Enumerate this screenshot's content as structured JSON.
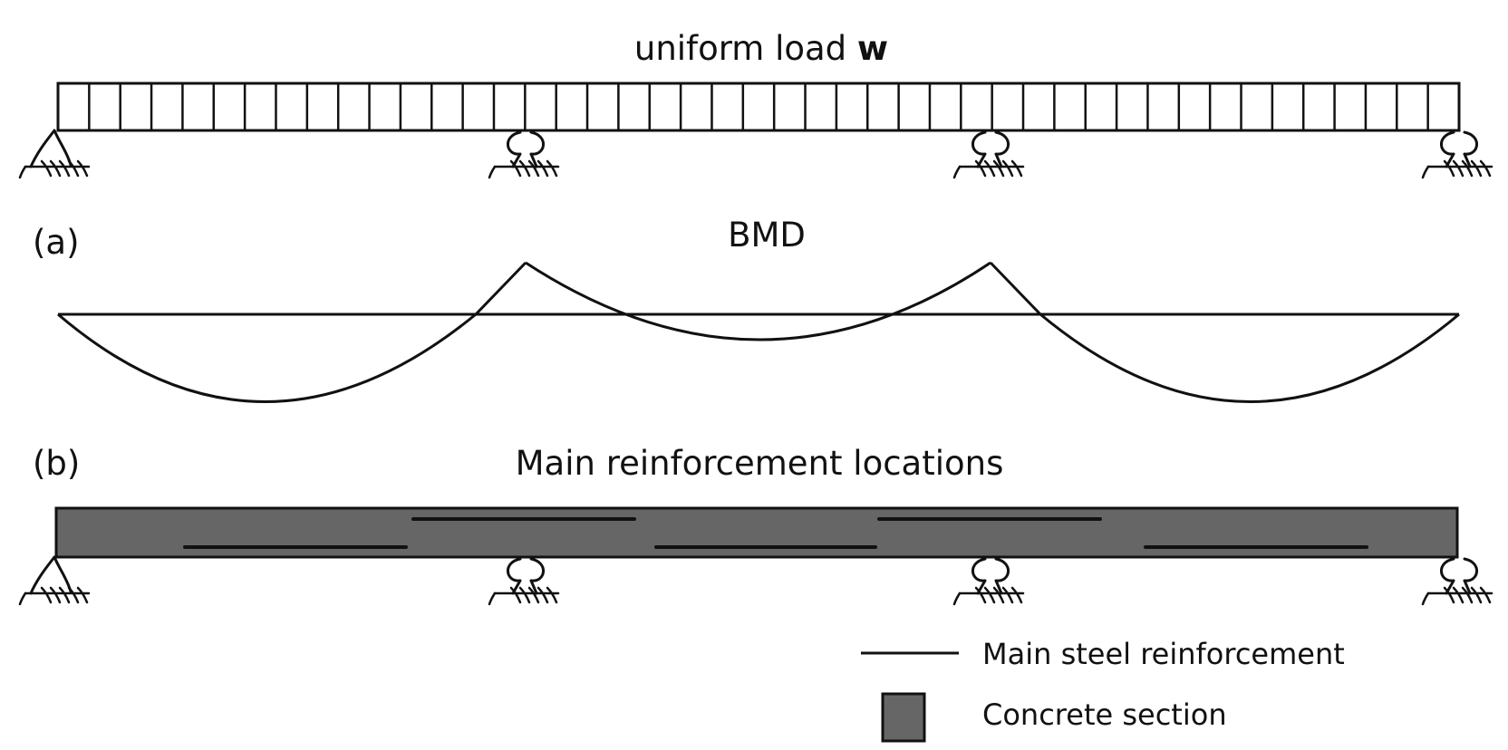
{
  "diagram": {
    "load": {
      "title_prefix": "uniform load ",
      "title_symbol": "w"
    },
    "bmd": {
      "tag": "(a)",
      "title": "BMD"
    },
    "reinforcement": {
      "tag": "(b)",
      "title": "Main reinforcement locations"
    },
    "legend": {
      "steel_label": "Main steel reinforcement",
      "concrete_label": "Concrete section"
    },
    "supports": {
      "types": [
        "fixed",
        "roller",
        "roller",
        "roller"
      ]
    },
    "colors": {
      "ink": "#111111",
      "concrete": "#666666",
      "background": "#ffffff"
    }
  }
}
